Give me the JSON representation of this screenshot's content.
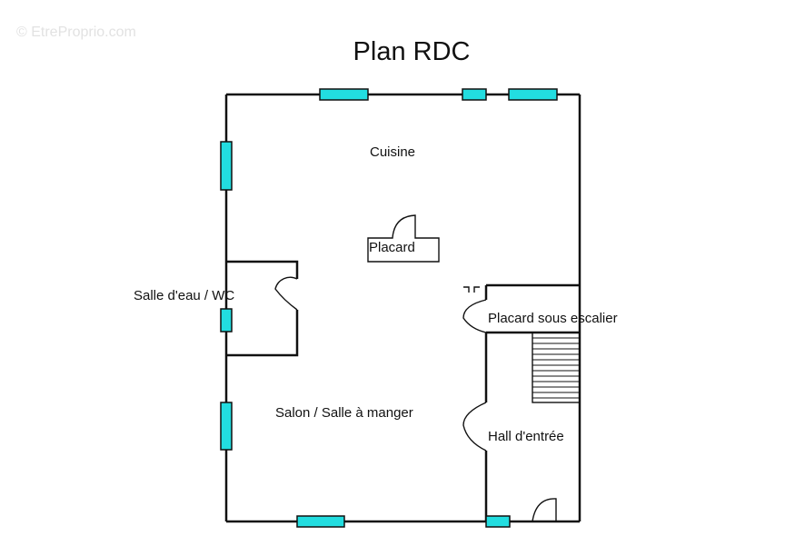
{
  "watermark": "© EtreProprio.com",
  "title": "Plan RDC",
  "rooms": {
    "cuisine": "Cuisine",
    "placard": "Placard",
    "salle_eau": "Salle d'eau / WC",
    "placard_escalier": "Placard sous escalier",
    "salon": "Salon / Salle à manger",
    "hall": "Hall d'entrée"
  },
  "colors": {
    "wall": "#111111",
    "window": "#22dde0",
    "background": "#ffffff"
  }
}
